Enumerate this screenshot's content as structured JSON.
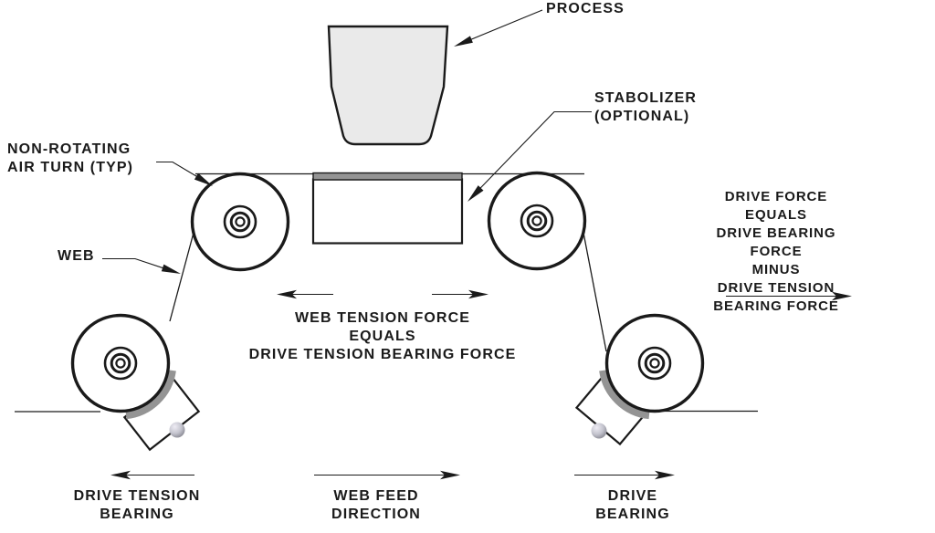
{
  "colors": {
    "line": "#1a1a1a",
    "gray": "#949494",
    "light": "#eaeaea",
    "background": "#ffffff"
  },
  "labels": {
    "process": "PROCESS",
    "stabilizer": "STABOLIZER\n(OPTIONAL)",
    "air_turn": "NON-ROTATING\nAIR TURN (TYP)",
    "web": "WEB",
    "web_tension": "WEB TENSION FORCE\nEQUALS\nDRIVE TENSION BEARING FORCE",
    "drive_force": "DRIVE FORCE\nEQUALS\nDRIVE BEARING FORCE\nMINUS\nDRIVE TENSION BEARING FORCE",
    "drive_tension_bearing": "DRIVE TENSION\nBEARING",
    "web_feed": "WEB FEED\nDIRECTION",
    "drive_bearing": "DRIVE\nBEARING"
  }
}
